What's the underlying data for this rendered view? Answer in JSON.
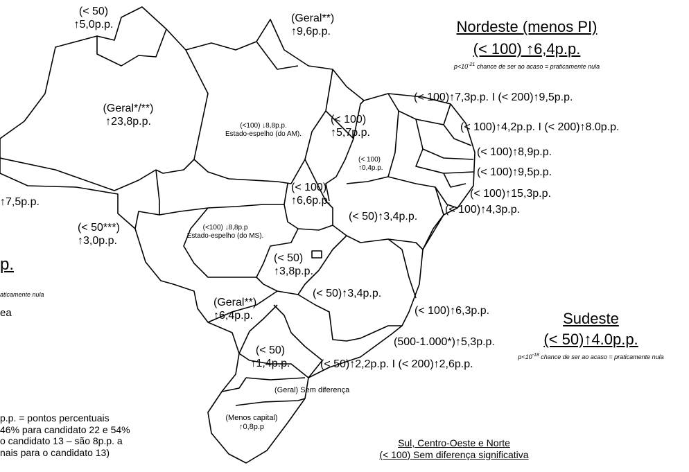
{
  "labels": {
    "rr": {
      "line1": "(< 50)",
      "line2": "↑5,0p.p."
    },
    "ap": {
      "line1": "(Geral**)",
      "line2": "↑9,6p.p."
    },
    "am": {
      "line1": "(Geral*/**)",
      "line2": "↑23,8p.p."
    },
    "pa": {
      "line1": "(<100) ↓8,8p.p.",
      "line2": "Estado-espelho (do AM)."
    },
    "ma": {
      "line1": "(< 100)",
      "line2": "↑5,7p.p."
    },
    "pi": {
      "line1": "(< 100)",
      "line2": "↑0,4p.p."
    },
    "to": {
      "line1": "(< 100)",
      "line2": "↑6,6p.p."
    },
    "ba": {
      "line1": "(< 50)↑3,4p.p."
    },
    "ac": {
      "line1": "↑7,5p.p."
    },
    "ro": {
      "line1": "(< 50***)",
      "line2": "↑3,0p.p."
    },
    "mt": {
      "line1": "(<100) ↓8,8p.p",
      "line2": "Estado-espelho (do MS)."
    },
    "go": {
      "line1": "(< 50)",
      "line2": "↑3,8p.p."
    },
    "mg": {
      "line1": "(< 50)↑3,4p.p."
    },
    "ms": {
      "line1": "(Geral**)",
      "line2": "↑6,4p.p."
    },
    "pr": {
      "line1": "(< 50)",
      "line2": "↑1,4p.p."
    },
    "sc": {
      "line1": "(Geral)",
      "line2": "Sem diferença"
    },
    "rs": {
      "line1": "(Menos capital)",
      "line2": "↑0,8p.p"
    },
    "ce": {
      "line1": "(< 100)↑7,3p.p. I (< 200)↑9,5p.p."
    },
    "rn": {
      "line1": "(< 100)↑4,2p.p. I (< 200)↑8.0p.p."
    },
    "pb": {
      "line1": "(< 100)↑8,9p.p."
    },
    "pe": {
      "line1": "(< 100)↑9,5p.p."
    },
    "al": {
      "line1": "(< 100)↑15,3p.p."
    },
    "se": {
      "line1": "(< 100)↑4,3p.p."
    },
    "es": {
      "line1": "(< 100)↑6,3p.p."
    },
    "rj": {
      "line1": "(500-1.000*)↑5,3p.p."
    },
    "sp": {
      "line1": "(< 50)↑2,2p.p. I (< 200)↑2,6p.p."
    }
  },
  "nordeste": {
    "title": "Nordeste (menos PI)",
    "value": "(< 100) ↑6,4p.p.",
    "note": "chance de ser ao acaso = praticamente nula",
    "note_prefix": "p<10",
    "note_exp": "-21"
  },
  "sudeste": {
    "title": "Sudeste",
    "value": "(< 50)↑4.0p.p.",
    "note": "chance de ser ao acaso = praticamente nula",
    "note_prefix": "p<10",
    "note_exp": "-18"
  },
  "sco": {
    "line1": "Sul, Centro-Oeste e Norte",
    "line2": "(< 100) Sem diferença significativa"
  },
  "left_cut": {
    "big": "p.",
    "note": "aticamente nula",
    "word": "ea"
  },
  "footnote": {
    "line1": "p.p. = pontos percentuais",
    "line2": "46% para candidato 22 e 54%",
    "line3": "o candidato 13 – são 8p.p. a",
    "line4": "nais para o candidato 13)"
  }
}
